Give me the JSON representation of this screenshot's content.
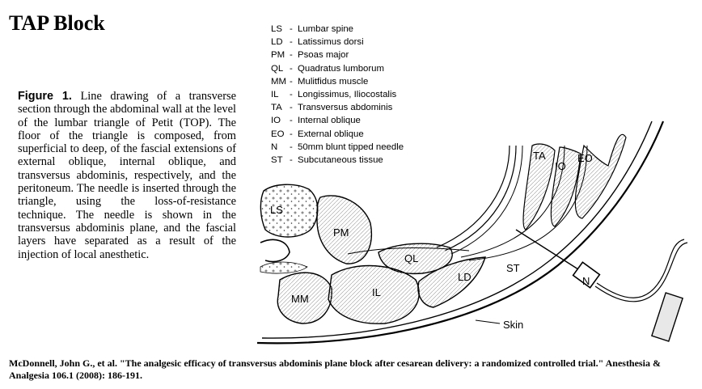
{
  "title": "TAP Block",
  "caption": {
    "figure_label": "Figure 1.",
    "text": "Line drawing of a transverse section through the abdominal wall at the level of the lumbar triangle of Petit (TOP). The floor of the triangle is composed, from superficial to deep, of the fascial extensions of external oblique, internal oblique, and transversus abdominis, respectively, and the peritoneum. The needle is inserted through the triangle, using the loss-of-resistance technique. The needle is shown in the transversus abdominis plane, and the fascial layers have separated as a result of the injection of local anesthetic."
  },
  "legend": [
    {
      "abbr": "LS",
      "sep": "-",
      "definition": "Lumbar spine"
    },
    {
      "abbr": "LD",
      "sep": "-",
      "definition": "Latissimus dorsi"
    },
    {
      "abbr": "PM",
      "sep": "-",
      "definition": "Psoas major"
    },
    {
      "abbr": "QL",
      "sep": "-",
      "definition": "Quadratus lumborum"
    },
    {
      "abbr": "MM",
      "sep": "-",
      "definition": "Mulitfidus muscle"
    },
    {
      "abbr": "IL",
      "sep": "-",
      "definition": "Longissimus, Iliocostalis"
    },
    {
      "abbr": "TA",
      "sep": "-",
      "definition": "Transversus abdominis"
    },
    {
      "abbr": "IO",
      "sep": "-",
      "definition": "Internal oblique"
    },
    {
      "abbr": "EO",
      "sep": "-",
      "definition": "External oblique"
    },
    {
      "abbr": "N",
      "sep": "-",
      "definition": "50mm blunt tipped needle"
    },
    {
      "abbr": "ST",
      "sep": "-",
      "definition": "Subcutaneous tissue"
    }
  ],
  "diagram_labels": {
    "ta": "TA",
    "io": "IO",
    "eo": "EO",
    "ls": "LS",
    "pm": "PM",
    "ql": "QL",
    "st": "ST",
    "ld": "LD",
    "mm": "MM",
    "il": "IL",
    "n": "N",
    "skin": "Skin"
  },
  "citation": "McDonnell, John G., et al. \"The analgesic efficacy of transversus abdominis plane block after cesarean delivery: a randomized controlled trial.\" Anesthesia & Analgesia 106.1 (2008): 186-191."
}
